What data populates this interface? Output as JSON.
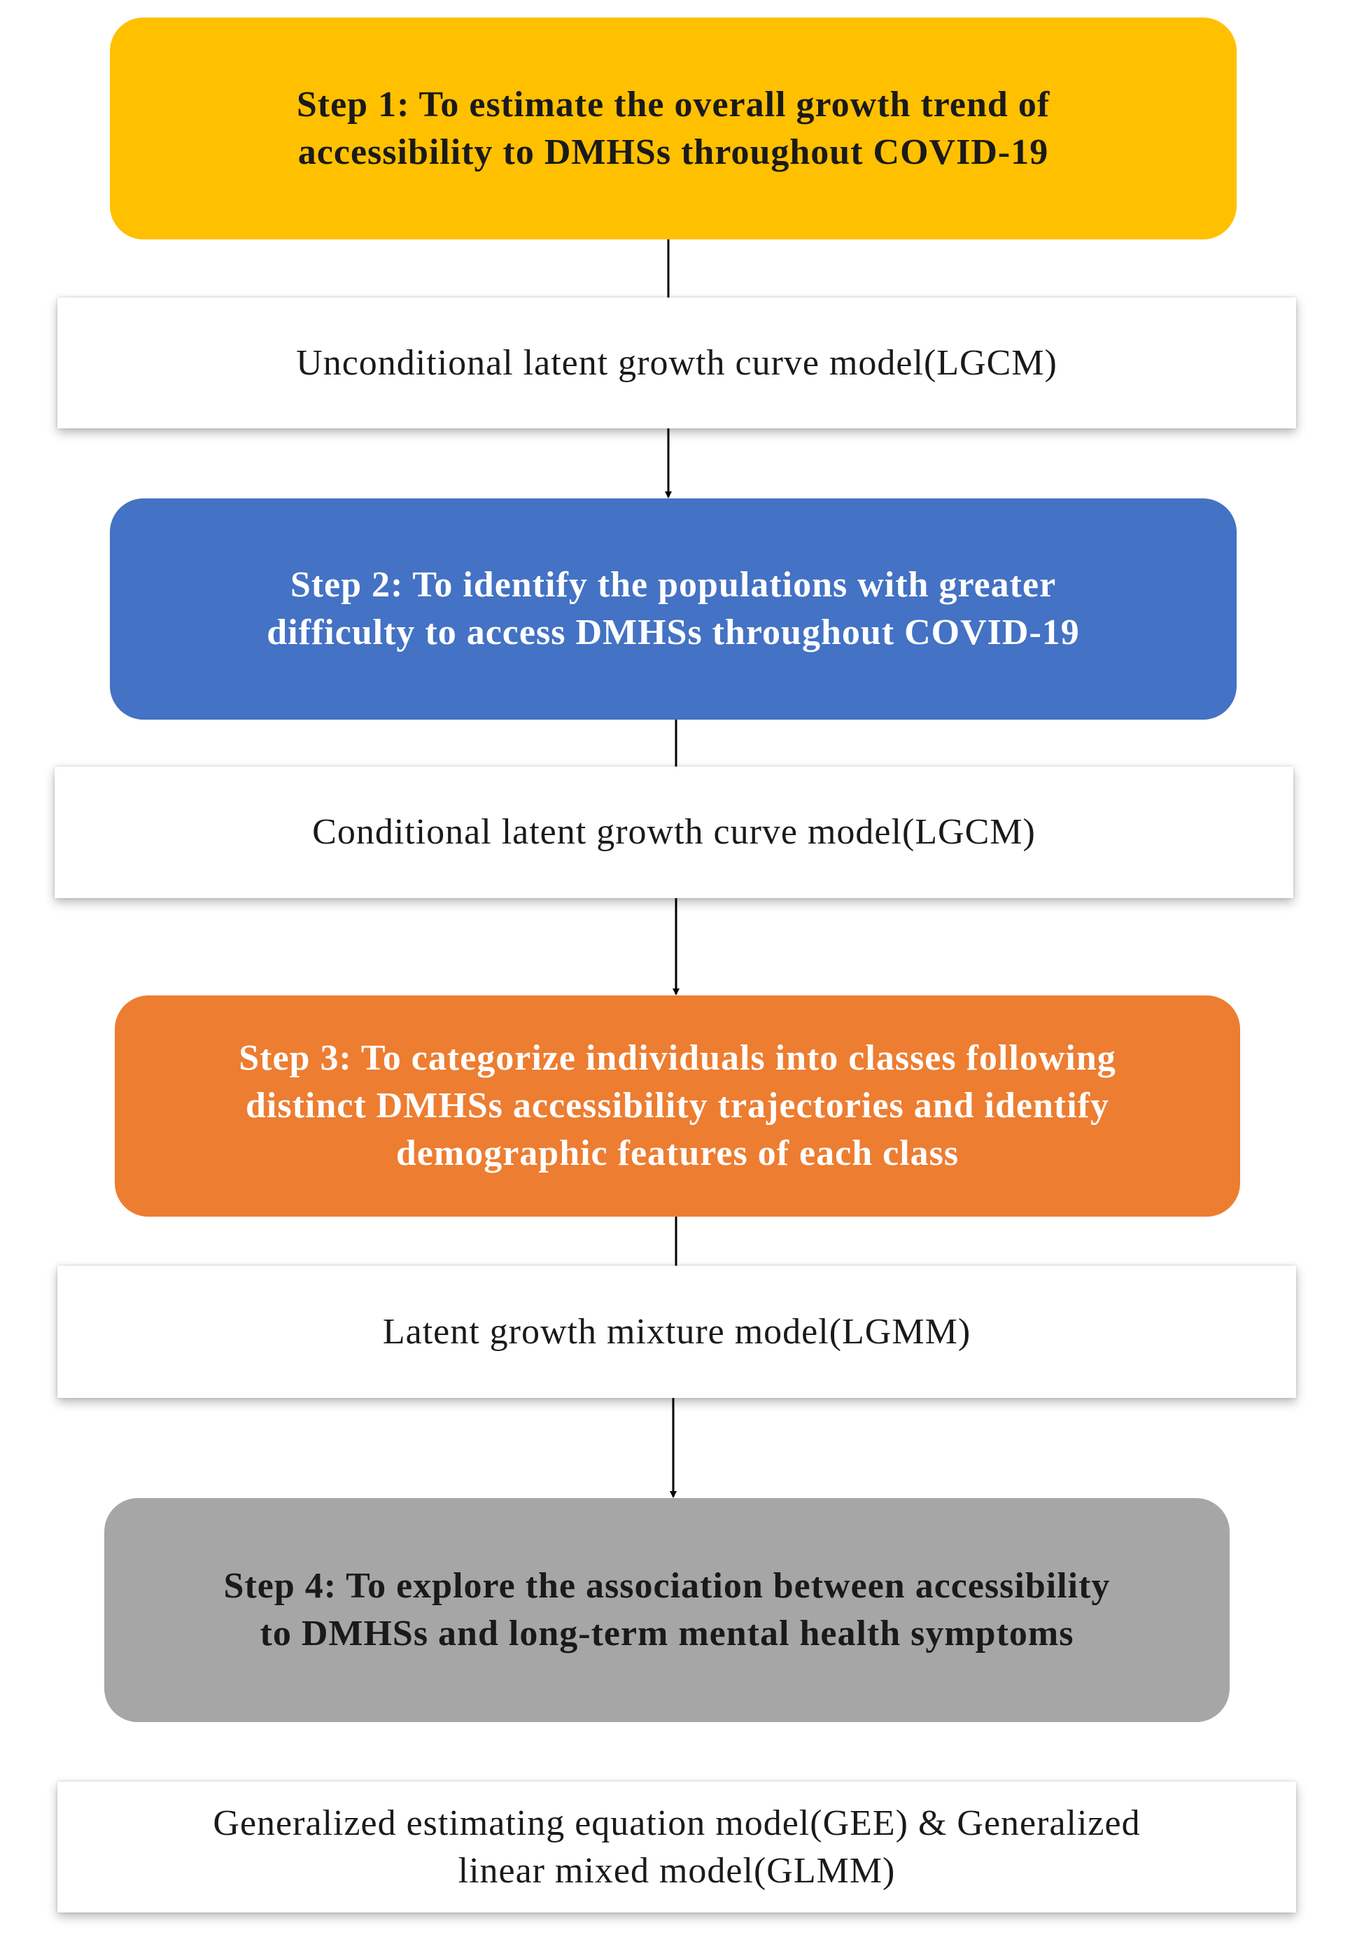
{
  "colors": {
    "step1": "#ffc000",
    "step2": "#4472c4",
    "step3": "#ed7d31",
    "step4": "#a6a6a6",
    "line": "#000000"
  },
  "steps": [
    {
      "label": "Step 1: To estimate the overall growth trend of\naccessibility to DMHSs throughout COVID-19",
      "method": "Unconditional latent growth curve model(LGCM)"
    },
    {
      "label": "Step 2: To identify the populations with greater\ndifficulty to access DMHSs throughout COVID-19",
      "method": "Conditional latent growth curve model(LGCM)"
    },
    {
      "label": "Step 3: To  categorize individuals into classes following\ndistinct DMHSs accessibility trajectories and identify\ndemographic features of each class",
      "method": "Latent growth mixture model(LGMM)"
    },
    {
      "label": "Step 4: To explore the association between accessibility\nto DMHSs and long-term mental health symptoms",
      "method": "Generalized estimating equation model(GEE) & Generalized\nlinear mixed model(GLMM)"
    }
  ]
}
